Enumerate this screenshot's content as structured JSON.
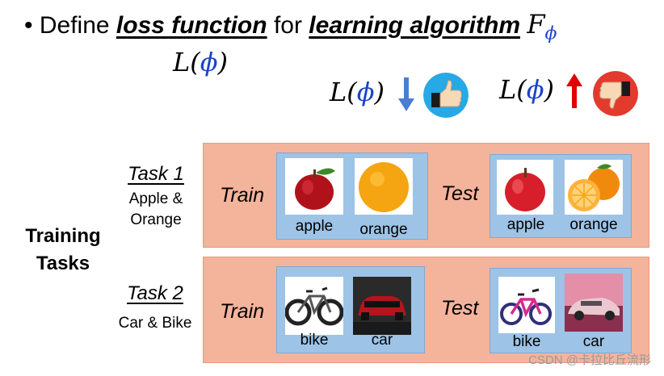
{
  "heading": {
    "bullet": "•",
    "text_define": "Define",
    "text_loss_function": "loss function",
    "text_for": "for",
    "text_learning_algorithm": "learning algorithm",
    "algorithm_symbol": "F",
    "algorithm_subscript": "ϕ"
  },
  "loss": {
    "L": "L",
    "open": "(",
    "phi": "ϕ",
    "close": ")"
  },
  "indicators": {
    "good_arrow": "down-arrow-icon",
    "good_thumb": "thumbs-up-icon",
    "bad_arrow": "up-arrow-icon",
    "bad_thumb": "thumbs-down-icon",
    "good_color": "#4a7fd0",
    "bad_color": "#e00000",
    "thumb_up_bg": "#27a9e6",
    "thumb_down_bg": "#e33a2e"
  },
  "side_label": {
    "line1": "Training",
    "line2": "Tasks"
  },
  "tasks": [
    {
      "title": "Task 1",
      "subtitle_line1": "Apple &",
      "subtitle_line2": "Orange",
      "train_label": "Train",
      "test_label": "Test",
      "train_items": [
        "apple",
        "orange"
      ],
      "test_items": [
        "apple",
        "orange"
      ]
    },
    {
      "title": "Task 2",
      "subtitle_line1": "Car & Bike",
      "train_label": "Train",
      "test_label": "Test",
      "train_items": [
        "bike",
        "car"
      ],
      "test_items": [
        "bike",
        "car"
      ]
    }
  ],
  "watermark": "CSDN @卡拉比丘流形",
  "colors": {
    "panel": "#f4b39b",
    "set_box": "#9dc3e6",
    "phi_blue": "#1a44c8"
  }
}
